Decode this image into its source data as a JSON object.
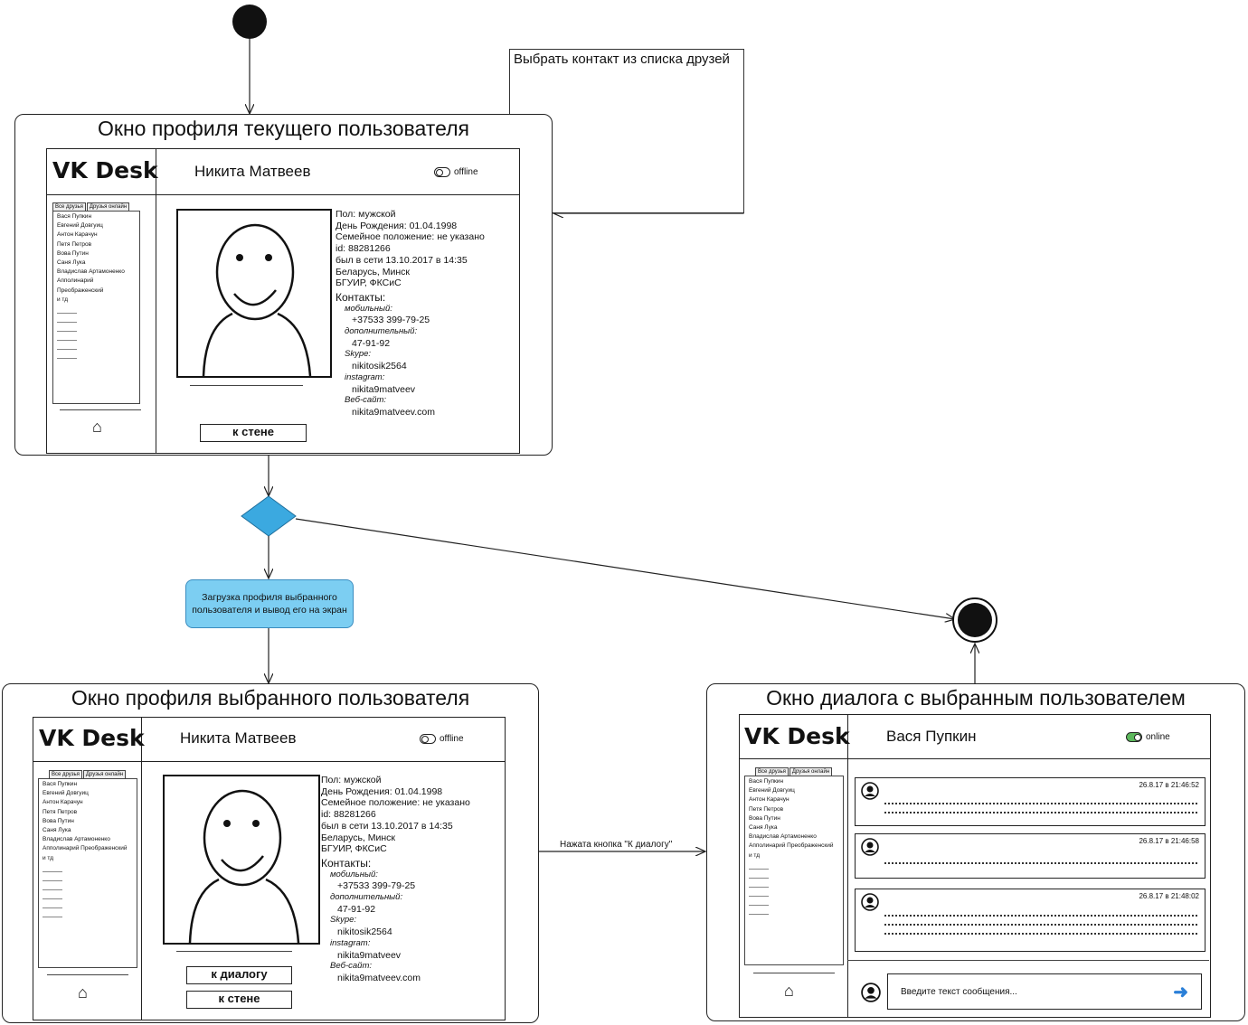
{
  "note": {
    "text": "Выбрать контакт из списка друзей"
  },
  "frame1": {
    "title": "Окно профиля текущего пользователя",
    "logo": "VK Desk",
    "user_name": "Никита Матвеев",
    "status": "offline",
    "button_wall": "к стене"
  },
  "frame2": {
    "title": "Окно профиля выбранного пользователя",
    "logo": "VK Desk",
    "user_name": "Никита Матвеев",
    "status": "offline",
    "button_dialog": "к диалогу",
    "button_wall": "к стене"
  },
  "frame3": {
    "title": "Окно диалога с выбранным пользователем",
    "logo": "VK Desk",
    "user_name": "Вася Пупкин",
    "status": "online",
    "messages": [
      {
        "time": "26.8.17 в 21:46:52"
      },
      {
        "time": "26.8.17 в 21:46:58"
      },
      {
        "time": "26.8.17 в 21:48:02"
      }
    ],
    "input_placeholder": "Введите текст сообщения..."
  },
  "friend_tabs": [
    "Все друзья",
    "Друзья онлайн"
  ],
  "friends": [
    "Вася Пупкин",
    "Евгений Довгуиц",
    "Антон Карачун",
    "Петя Петров",
    "Вова Путин",
    "Саня Лука",
    "Владислав Артамоненко",
    "Апполинарий Преображенский",
    "и тд"
  ],
  "profile": {
    "gender": "Пол: мужской",
    "birthday": "День Рождения: 01.04.1998",
    "family": "Семейное положение: не указано",
    "id": "id: 88281266",
    "last_seen": "был в сети 13.10.2017 в 14:35",
    "location": "Беларусь, Минск",
    "university": "БГУИР, ФКСиС",
    "contacts_head": "Контакты:",
    "mobile_label": "мобильный:",
    "mobile": "+37533 399-79-25",
    "extra_label": "дополнительный:",
    "extra": "47-91-92",
    "skype_label": "Skype:",
    "skype": "nikitosik2564",
    "instagram_label": "instagram:",
    "instagram": "nikita9matveev",
    "site_label": "Веб-сайт:",
    "site": "nikita9matveev.com"
  },
  "action": {
    "text": "Загрузка профиля выбранного пользователя и вывод его на экран"
  },
  "edge_label": "Нажата кнопка \"К диалогу\"",
  "colors": {
    "action_fill": "#7ccef2",
    "decision_fill": "#3ba9e0",
    "online": "#5cb85c",
    "send": "#2a7fd8"
  }
}
